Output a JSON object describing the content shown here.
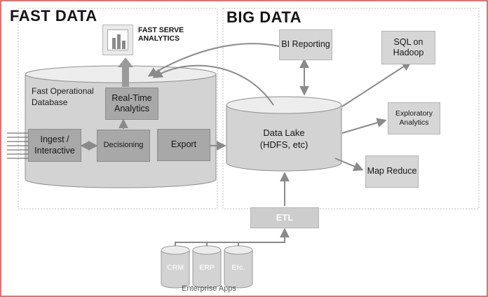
{
  "sections": {
    "fast_data_title": "FAST DATA",
    "big_data_title": "BIG DATA"
  },
  "fast_data": {
    "serve_analytics_label": "FAST SERVE ANALYTICS",
    "operational_db_label": "Fast Operational Database",
    "real_time_analytics": "Real-Time Analytics",
    "ingest": "Ingest / Interactive",
    "decisioning": "Decisioning",
    "export": "Export"
  },
  "big_data": {
    "bi_reporting": "BI Reporting",
    "sql_on_hadoop": "SQL on Hadoop",
    "data_lake_name": "Data Lake",
    "data_lake_sub": "(HDFS, etc)",
    "exploratory_analytics": "Exploratory Analytics",
    "map_reduce": "Map Reduce",
    "etl": "ETL"
  },
  "enterprise": {
    "crm": "CRM",
    "erp": "ERP",
    "etc": "Etc.",
    "caption": "Enterprise Apps"
  },
  "colors": {
    "box_dark": "#a8a8a8",
    "box_light": "#d6d6d6",
    "cylinder": "#d3d3d3",
    "cylinder_top": "#ededed",
    "arrow": "#8a8a8a",
    "frame": "#c94a4a"
  },
  "icons": {
    "analytics": "bar-chart-icon"
  }
}
